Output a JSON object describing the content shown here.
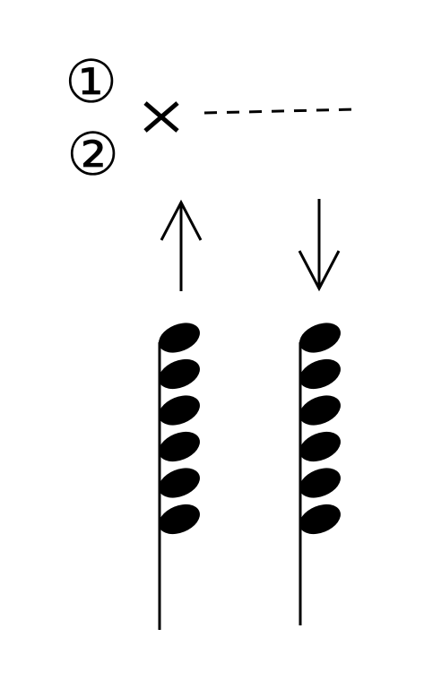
{
  "strings": {
    "string_1": "①",
    "string_2": "②",
    "mute_symbol": "×"
  },
  "strokes": [
    {
      "direction": "up",
      "glyph": "up-arrow-icon",
      "note_count": 6
    },
    {
      "direction": "down",
      "glyph": "down-arrow-icon",
      "note_count": 6
    }
  ],
  "colors": {
    "ink": "#000000",
    "background": "#ffffff"
  }
}
